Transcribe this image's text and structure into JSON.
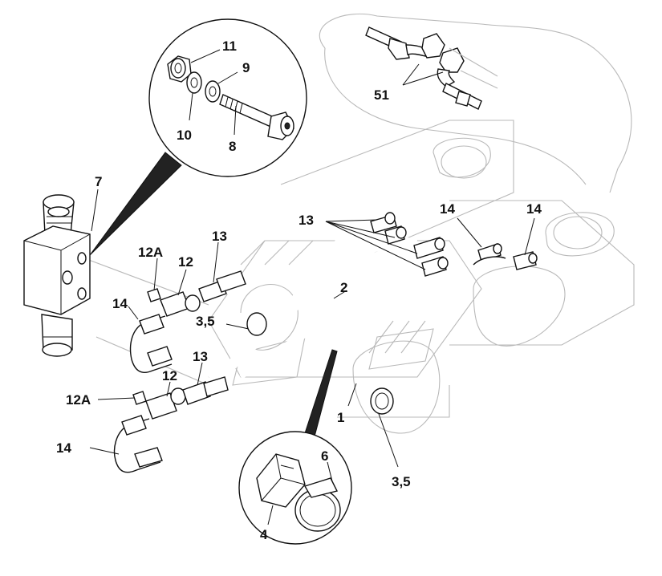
{
  "labels": {
    "l11": "11",
    "l9": "9",
    "l10": "10",
    "l8": "8",
    "l51": "51",
    "l7": "7",
    "l13a": "13",
    "l14a": "14",
    "l14b": "14",
    "l13b": "13",
    "l12A_a": "12A",
    "l12a": "12",
    "l2": "2",
    "l14c": "14",
    "l35a": "3,5",
    "l13c": "13",
    "l12b": "12",
    "l12A_b": "12A",
    "l1": "1",
    "l14d": "14",
    "l6": "6",
    "l35b": "3,5",
    "l4": "4"
  },
  "colors": {
    "line": "#111111",
    "ghost": "#b9b9b9",
    "background": "#ffffff"
  }
}
